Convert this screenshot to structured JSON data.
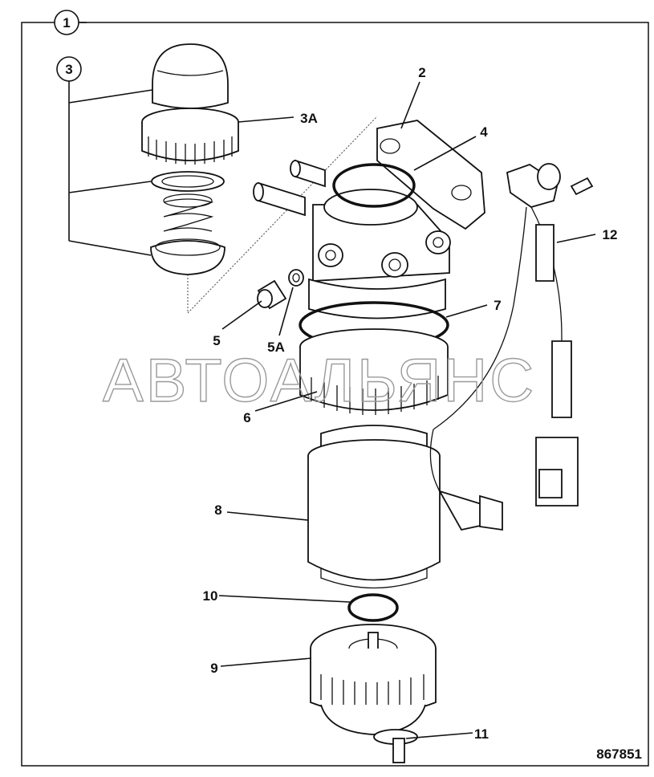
{
  "callouts": {
    "c1": "1",
    "c2": "2",
    "c3": "3",
    "c3a": "3A",
    "c4": "4",
    "c5": "5",
    "c5a": "5A",
    "c6": "6",
    "c7": "7",
    "c8": "8",
    "c9": "9",
    "c10": "10",
    "c11": "11",
    "c12": "12"
  },
  "figure_number": "867851",
  "watermark": "АВТОАЛЬЯНС"
}
